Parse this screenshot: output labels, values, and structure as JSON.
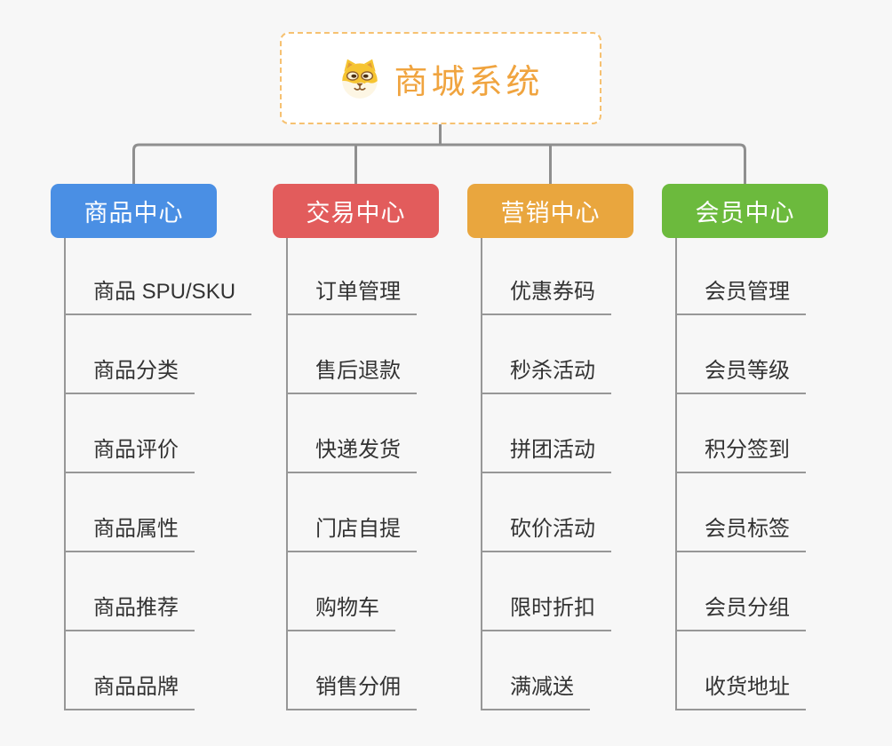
{
  "page": {
    "background_color": "#f7f7f7",
    "connector_color": "#8f8f8f",
    "underline_color": "#979797"
  },
  "root": {
    "label": "商城系统",
    "icon": "dog-icon",
    "text_color": "#f0a43f",
    "border_color": "#f6c171",
    "background_color": "#ffffff"
  },
  "branches": [
    {
      "label": "商品中心",
      "color": "#4a8fe4",
      "children": [
        "商品 SPU/SKU",
        "商品分类",
        "商品评价",
        "商品属性",
        "商品推荐",
        "商品品牌"
      ]
    },
    {
      "label": "交易中心",
      "color": "#e25c5c",
      "children": [
        "订单管理",
        "售后退款",
        "快递发货",
        "门店自提",
        "购物车",
        "销售分佣"
      ]
    },
    {
      "label": "营销中心",
      "color": "#e9a63e",
      "children": [
        "优惠券码",
        "秒杀活动",
        "拼团活动",
        "砍价活动",
        "限时折扣",
        "满减送"
      ]
    },
    {
      "label": "会员中心",
      "color": "#6cba3d",
      "children": [
        "会员管理",
        "会员等级",
        "积分签到",
        "会员标签",
        "会员分组",
        "收货地址"
      ]
    }
  ]
}
